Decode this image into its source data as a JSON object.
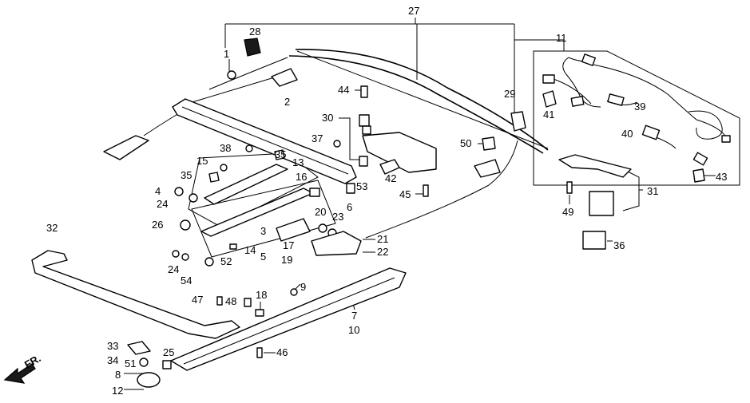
{
  "labels": {
    "l1": "1",
    "l2": "2",
    "l3": "3",
    "l4": "4",
    "l5": "5",
    "l6": "6",
    "l7": "7",
    "l8": "8",
    "l9": "9",
    "l10": "10",
    "l11": "11",
    "l12": "12",
    "l13": "13",
    "l14": "14",
    "l15": "15",
    "l16": "16",
    "l17": "17",
    "l18": "18",
    "l19": "19",
    "l20": "20",
    "l21": "21",
    "l22": "22",
    "l23": "23",
    "l24a": "24",
    "l24b": "24",
    "l25": "25",
    "l26": "26",
    "l27": "27",
    "l28": "28",
    "l29": "29",
    "l30": "30",
    "l31": "31",
    "l32": "32",
    "l33": "33",
    "l34": "34",
    "l35a": "35",
    "l35b": "35",
    "l36": "36",
    "l37": "37",
    "l38": "38",
    "l39": "39",
    "l40": "40",
    "l41": "41",
    "l42": "42",
    "l43": "43",
    "l44": "44",
    "l45": "45",
    "l46": "46",
    "l47": "47",
    "l48": "48",
    "l49": "49",
    "l50": "50",
    "l51": "51",
    "l52": "52",
    "l53": "53",
    "l54": "54"
  },
  "front_marker": "FR."
}
